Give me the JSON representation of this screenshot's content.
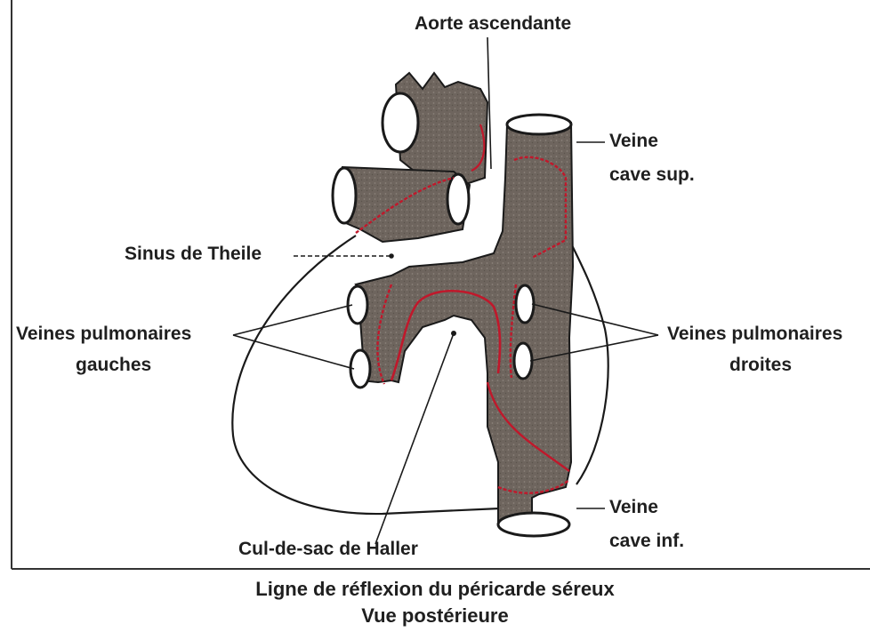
{
  "labels": {
    "aorte": "Aorte ascendante",
    "vcs_line1": "Veine",
    "vcs_line2": "cave sup.",
    "sinus": "Sinus de Theile",
    "vpg_line1": "Veines pulmonaires",
    "vpg_line2": "gauches",
    "vpd_line1": "Veines pulmonaires",
    "vpd_line2": "droites",
    "vci_line1": "Veine",
    "vci_line2": "cave inf.",
    "haller": "Cul-de-sac de Haller"
  },
  "caption": {
    "line1": "Ligne de réflexion du péricarde séreux",
    "line2": "Vue postérieure"
  },
  "colors": {
    "vessel_fill": "#6e655e",
    "reflection_line": "#c0182b",
    "ink": "#1f1f1f"
  }
}
